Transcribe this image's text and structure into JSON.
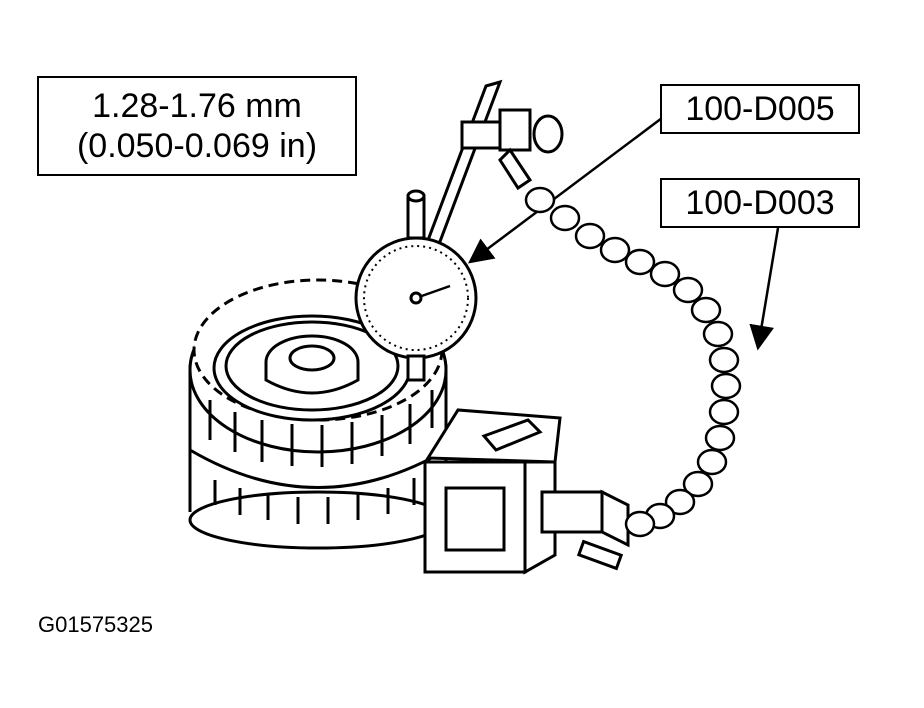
{
  "spec": {
    "line1": "1.28-1.76 mm",
    "line2": "(0.050-0.069 in)"
  },
  "labels": {
    "tool_a": "100-D005",
    "tool_b": "100-D003"
  },
  "figure_id": "G01575325"
}
